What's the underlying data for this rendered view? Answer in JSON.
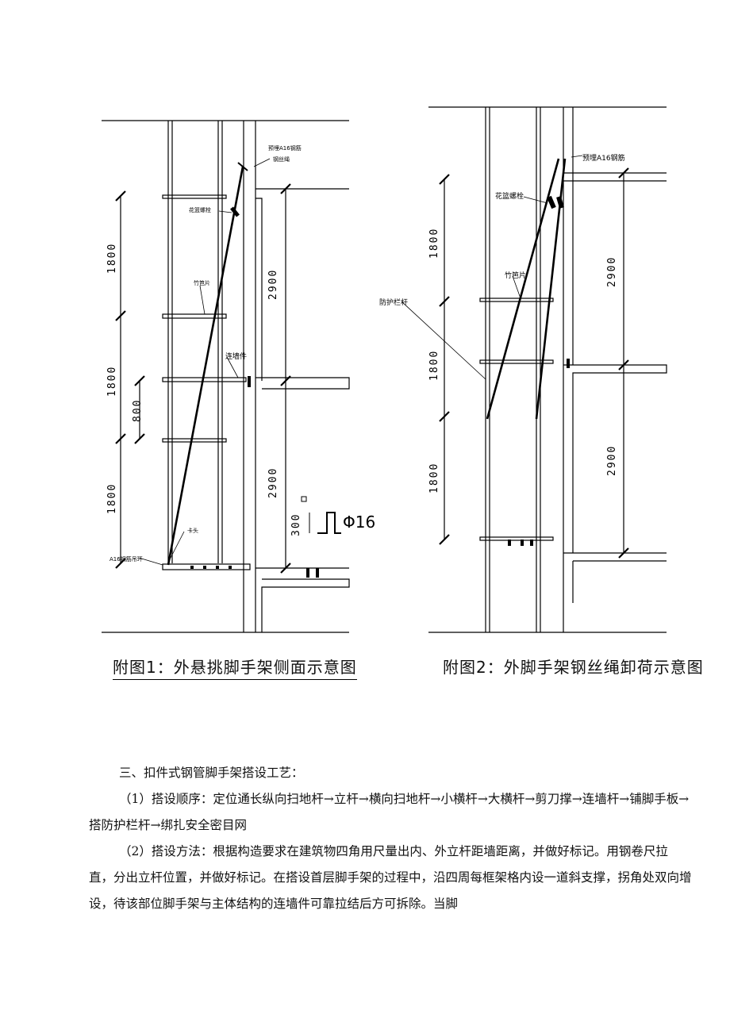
{
  "figure1": {
    "caption": "附图1：外悬挑脚手架侧面示意图",
    "dims": {
      "d1": "1800",
      "d2": "1800",
      "d3": "1800",
      "d4": "800",
      "d5": "2900",
      "d6": "2900",
      "d7": "300"
    },
    "rebar_label": "Φ16",
    "labels": {
      "top_anchor": "预埋A16钢筋",
      "rope": "钢丝绳",
      "turnbuckle": "花篮螺栓",
      "board": "竹笆片",
      "tie": "连墙件",
      "clip": "卡头",
      "bottom_anchor": "A16钢筋吊环"
    }
  },
  "figure2": {
    "caption": "附图2：外脚手架钢丝绳卸荷示意图",
    "dims": {
      "d1": "1800",
      "d2": "1800",
      "d3": "1800",
      "d4": "2900",
      "d5": "2900"
    },
    "labels": {
      "top_anchor": "预埋A16钢筋",
      "turnbuckle": "花篮螺栓",
      "board": "竹笆片",
      "guardrail": "防护栏杆"
    }
  },
  "body": {
    "heading": "三、扣件式钢管脚手架搭设工艺：",
    "para1": "（1）搭设顺序：定位通长纵向扫地杆→立杆→横向扫地杆→小横杆→大横杆→剪刀撑→连墙杆→铺脚手板→搭防护栏杆→绑扎安全密目网",
    "para2": "（2）搭设方法：根据构造要求在建筑物四角用尺量出内、外立杆距墙距离，并做好标记。用钢卷尺拉直，分出立杆位置，并做好标记。在搭设首层脚手架的过程中，沿四周每框架格内设一道斜支撑，拐角处双向增设，待该部位脚手架与主体结构的连墙件可靠拉结后方可拆除。当脚"
  }
}
